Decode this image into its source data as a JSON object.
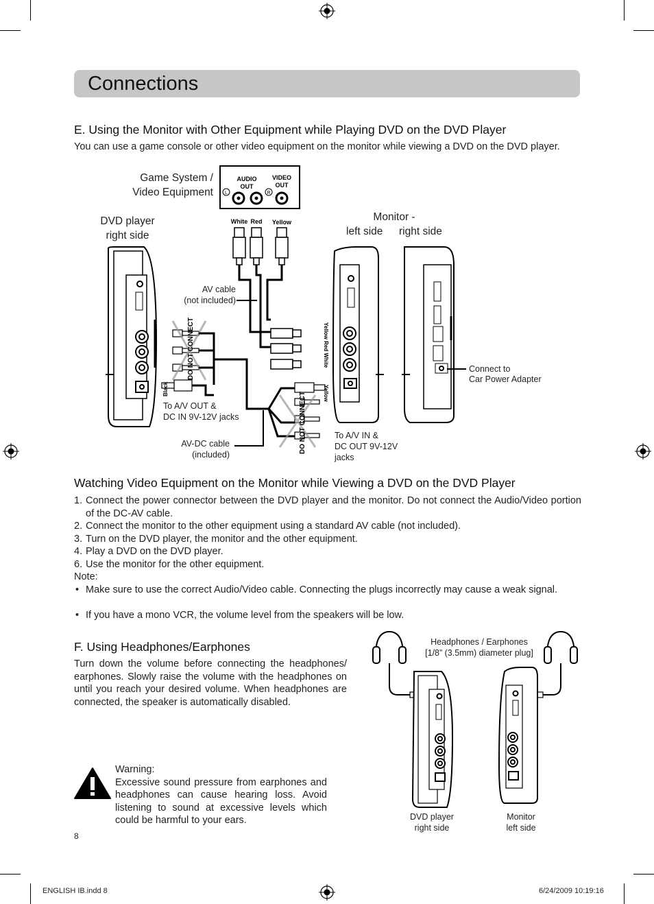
{
  "header": {
    "title": "Connections"
  },
  "section_e": {
    "heading": "E. Using the Monitor with Other Equipment while Playing DVD on the DVD Player",
    "intro": "You can use a game console or other video equipment on the monitor while viewing a DVD on the DVD player."
  },
  "diagram1": {
    "game_system_label_1": "Game System /",
    "game_system_label_2": "Video Equipment",
    "audio_out": "AUDIO",
    "audio_out_2": "OUT",
    "video_out": "VIDEO",
    "video_out_2": "OUT",
    "l": "L",
    "r": "R",
    "white": "White",
    "red": "Red",
    "yellow": "Yellow",
    "dvd_label_1": "DVD player",
    "dvd_label_2": "right side",
    "monitor_label_1": "Monitor -",
    "monitor_left": "left side",
    "monitor_right": "right side",
    "av_cable_1": "AV cable",
    "av_cable_2": "(not included)",
    "do_not_connect": "DO NOT CONNECT",
    "black": "Black",
    "to_av_out_1": "To A/V OUT &",
    "to_av_out_2": "DC IN 9V-12V jacks",
    "avdc_cable_1": "AV-DC cable",
    "avdc_cable_2": "(included)",
    "to_av_in_1": "To A/V IN &",
    "to_av_in_2": "DC OUT 9V-12V",
    "to_av_in_3": "jacks",
    "connect_to_1": "Connect to",
    "connect_to_2": "Car Power Adapter",
    "jack_labels": "Yellow  Red  White",
    "jack_labels_2": "Yellow"
  },
  "section_watch": {
    "heading": "Watching Video Equipment on the Monitor while Viewing a DVD on the DVD Player",
    "steps": [
      {
        "num": "1.",
        "text": "Connect the power connector between the DVD player and the monitor. Do not connect the Audio/Video portion of the DC-AV cable."
      },
      {
        "num": "2.",
        "text": "Connect the monitor to the other equipment using a standard AV cable (not included)."
      },
      {
        "num": "3.",
        "text": "Turn on the DVD player, the monitor and the other equipment."
      },
      {
        "num": "4.",
        "text": "Play a DVD on the DVD player."
      },
      {
        "num": "6.",
        "text": "Use the monitor for the other equipment."
      }
    ],
    "note_label": "Note:",
    "notes": [
      "Make sure to use the correct Audio/Video cable. Connecting the plugs incorrectly may cause a weak signal.",
      "If you have a mono VCR, the volume level from the speakers will be low."
    ]
  },
  "section_f": {
    "heading": "F. Using Headphones/Earphones",
    "text": "Turn down the volume before connecting the headphones/ earphones. Slowly raise the volume with the headphones on until you reach your desired volume. When headphones are connected, the speaker is automatically disabled."
  },
  "diagram2": {
    "headphones_label_1": "Headphones / Earphones",
    "headphones_label_2": "[1/8” (3.5mm) diameter plug]",
    "dvd_label_1": "DVD player",
    "dvd_label_2": "right side",
    "monitor_label_1": "Monitor",
    "monitor_label_2": "left side"
  },
  "warning": {
    "title": "Warning:",
    "text": "Excessive sound pressure from earphones and headphones can cause hearing loss. Avoid listening to sound at excessive levels which could be harmful to your ears."
  },
  "page_number": "8",
  "footer": {
    "left": "ENGLISH IB.indd   8",
    "right": "6/24/2009   10:19:16"
  }
}
